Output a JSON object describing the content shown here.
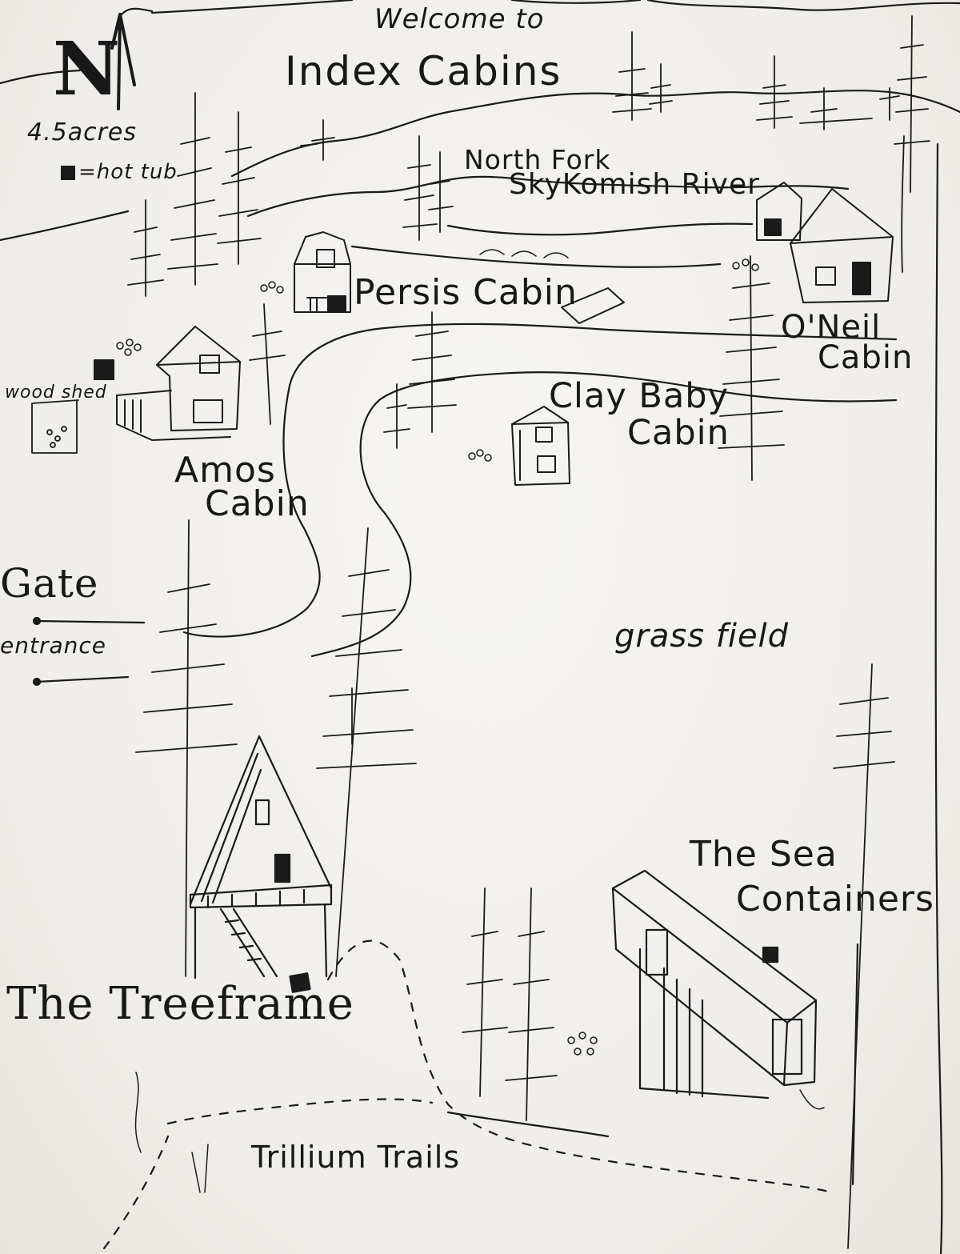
{
  "map": {
    "welcome": "Welcome to",
    "title": "Index Cabins",
    "north_marker": "N",
    "area": "4.5acres",
    "legend": {
      "hot_tub_label": "=hot tub",
      "hot_tub_symbol": "hot-tub-square-icon"
    },
    "river": {
      "line1": "North Fork",
      "line2": "SkyKomish River"
    },
    "cabins": {
      "persis": "Persis Cabin",
      "oneil_line1": "O'Neil",
      "oneil_line2": "Cabin",
      "clay_baby_line1": "Clay Baby",
      "clay_baby_line2": "Cabin",
      "amos_line1": "Amos",
      "amos_line2": "Cabin",
      "treeframe": "The Treeframe",
      "sea_line1": "The Sea",
      "sea_line2": "Containers"
    },
    "woodshed": "wood shed",
    "gate": "Gate",
    "entrance": "entrance",
    "grass_field": "grass field",
    "trails": "Trillium Trails",
    "colors": {
      "paper": "#f1efeb",
      "ink": "#1a1a1a"
    }
  }
}
